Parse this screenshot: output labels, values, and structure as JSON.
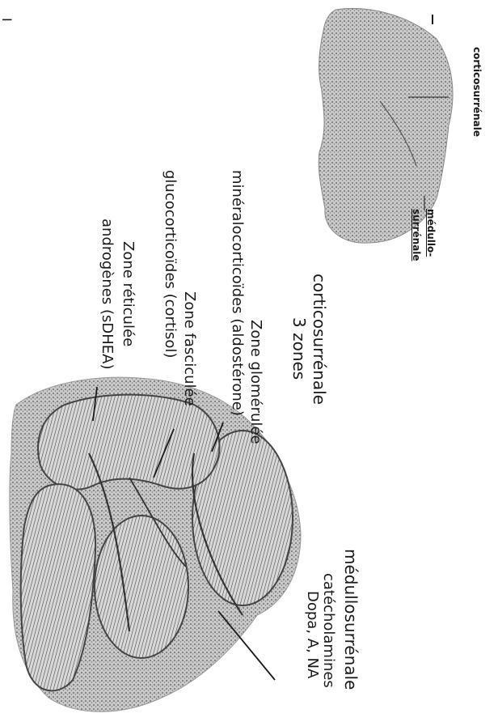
{
  "figure": {
    "top_section_marker": "I",
    "labels": {
      "corticosurrenale_small": "corticosurrénale",
      "medullo_surrenale_line1": "médullo-",
      "medullo_surrenale_line2": "surrénale",
      "cortex_heading": "corticosurrénale",
      "cortex_zone_count": "3 zones",
      "zone_glomerulee": "Zone glomérulée",
      "zone_glomerulee_hormone": "minéralocorticoïdes (aldostérone)",
      "zone_fasciculee": "Zone fasciculée",
      "zone_fasciculee_hormone": "glucocorticoïdes (cortisol)",
      "zone_reticulee": "Zone réticulée",
      "zone_reticulee_hormone": "androgènes (sDHEA)",
      "medulla_heading": "médullosurrénale",
      "medulla_class": "catécholamines",
      "medulla_hormones": "Dopa, A, NA"
    },
    "colors": {
      "ink": "#1a1a1a",
      "stipple": "#6e6e6e",
      "background": "#ffffff"
    }
  }
}
